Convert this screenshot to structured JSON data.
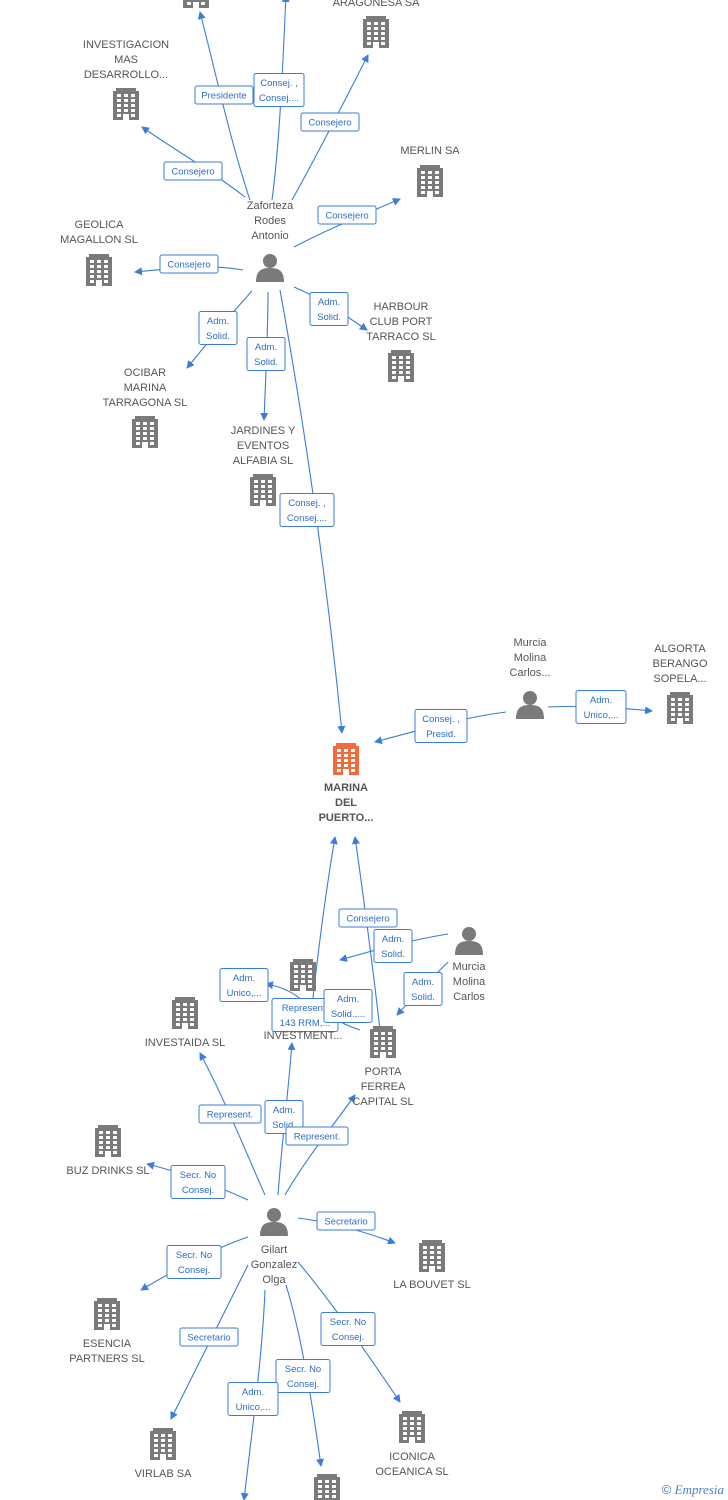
{
  "colors": {
    "edge": "#3b7dd8",
    "building": "#7a7a7a",
    "focus_building": "#f26b3a",
    "person": "#7a7a7a"
  },
  "nodes": [
    {
      "id": "top-left-company",
      "type": "company",
      "label": []
    },
    {
      "id": "aragonesa",
      "type": "company",
      "label": [
        "ARAGONESA SA"
      ]
    },
    {
      "id": "investigacion",
      "type": "company",
      "label": [
        "INVESTIGACION",
        "MAS",
        "DESARROLLO..."
      ]
    },
    {
      "id": "merlin",
      "type": "company",
      "label": [
        "MERLIN SA"
      ]
    },
    {
      "id": "zaforteza",
      "type": "person",
      "label": [
        "Zaforteza",
        "Rodes",
        "Antonio"
      ]
    },
    {
      "id": "geolica",
      "type": "company",
      "label": [
        "GEOLICA",
        "MAGALLON SL"
      ]
    },
    {
      "id": "harbour",
      "type": "company",
      "label": [
        "HARBOUR",
        "CLUB PORT",
        "TARRACO  SL"
      ]
    },
    {
      "id": "ocibar",
      "type": "company",
      "label": [
        "OCIBAR",
        "MARINA",
        "TARRAGONA  SL"
      ]
    },
    {
      "id": "jardines",
      "type": "company",
      "label": [
        "JARDINES Y",
        "EVENTOS",
        "ALFABIA  SL"
      ]
    },
    {
      "id": "murcia-top",
      "type": "person",
      "label": [
        "Murcia",
        "Molina",
        "Carlos..."
      ]
    },
    {
      "id": "algorta",
      "type": "company",
      "label": [
        "ALGORTA",
        "BERANGO",
        "SOPELA..."
      ]
    },
    {
      "id": "marina",
      "type": "focus",
      "label": [
        "MARINA",
        "DEL",
        "PUERTO..."
      ]
    },
    {
      "id": "murcia-mid",
      "type": "person",
      "label": [
        "Murcia",
        "Molina",
        "Carlos"
      ]
    },
    {
      "id": "investment",
      "type": "company",
      "label": [
        "INVESTMENT..."
      ]
    },
    {
      "id": "investaida",
      "type": "company",
      "label": [
        "INVESTAIDA  SL"
      ]
    },
    {
      "id": "porta",
      "type": "company",
      "label": [
        "PORTA",
        "FERREA",
        "CAPITAL  SL"
      ]
    },
    {
      "id": "buz",
      "type": "company",
      "label": [
        "BUZ DRINKS  SL"
      ]
    },
    {
      "id": "gilart",
      "type": "person",
      "label": [
        "Gilart",
        "Gonzalez",
        "Olga"
      ]
    },
    {
      "id": "labouvet",
      "type": "company",
      "label": [
        "LA BOUVET SL"
      ]
    },
    {
      "id": "esencia",
      "type": "company",
      "label": [
        "ESENCIA",
        "PARTNERS  SL"
      ]
    },
    {
      "id": "iconica",
      "type": "company",
      "label": [
        "ICONICA",
        "OCEANICA  SL"
      ]
    },
    {
      "id": "virlab",
      "type": "company",
      "label": [
        "VIRLAB SA"
      ]
    },
    {
      "id": "bottom-company",
      "type": "company",
      "label": []
    }
  ],
  "edges": [
    {
      "id": "e1",
      "label": [
        "Presidente"
      ]
    },
    {
      "id": "e2",
      "label": [
        "Consej. ,",
        "Consej...."
      ]
    },
    {
      "id": "e3",
      "label": [
        "Consejero"
      ]
    },
    {
      "id": "e4",
      "label": [
        "Consejero"
      ]
    },
    {
      "id": "e5",
      "label": [
        "Consejero"
      ]
    },
    {
      "id": "e6",
      "label": [
        "Consejero"
      ]
    },
    {
      "id": "e7",
      "label": [
        "Adm.",
        "Solid."
      ]
    },
    {
      "id": "e8",
      "label": [
        "Adm.",
        "Solid."
      ]
    },
    {
      "id": "e9",
      "label": [
        "Adm.",
        "Solid."
      ]
    },
    {
      "id": "e10",
      "label": [
        "Consej. ,",
        "Consej...."
      ]
    },
    {
      "id": "e11",
      "label": [
        "Consej. ,",
        "Presid."
      ]
    },
    {
      "id": "e12",
      "label": [
        "Adm.",
        "Unico,..."
      ]
    },
    {
      "id": "e13",
      "label": [
        "Consejero"
      ]
    },
    {
      "id": "e14",
      "label": [
        "Adm.",
        "Solid."
      ]
    },
    {
      "id": "e15",
      "label": [
        "Adm.",
        "Solid."
      ]
    },
    {
      "id": "e16",
      "label": [
        "Adm.",
        "Unico,..."
      ]
    },
    {
      "id": "e17",
      "label": [
        "Represent.",
        "143 RRM,..."
      ]
    },
    {
      "id": "e18",
      "label": [
        "Adm.",
        "Solid.,..."
      ]
    },
    {
      "id": "e19",
      "label": [
        "Represent."
      ]
    },
    {
      "id": "e20",
      "label": [
        "Adm.",
        "Solid."
      ]
    },
    {
      "id": "e21",
      "label": [
        "Represent."
      ]
    },
    {
      "id": "e22",
      "label": [
        "Secr.  No",
        "Consej."
      ]
    },
    {
      "id": "e23",
      "label": [
        "Secretario"
      ]
    },
    {
      "id": "e24",
      "label": [
        "Secr.  No",
        "Consej."
      ]
    },
    {
      "id": "e25",
      "label": [
        "Secr.  No",
        "Consej."
      ]
    },
    {
      "id": "e26",
      "label": [
        "Secretario"
      ]
    },
    {
      "id": "e27",
      "label": [
        "Secr.  No",
        "Consej."
      ]
    },
    {
      "id": "e28",
      "label": [
        "Adm.",
        "Unico,..."
      ]
    }
  ],
  "footer": {
    "copyright_symbol": "©",
    "brand": "Empresia"
  }
}
